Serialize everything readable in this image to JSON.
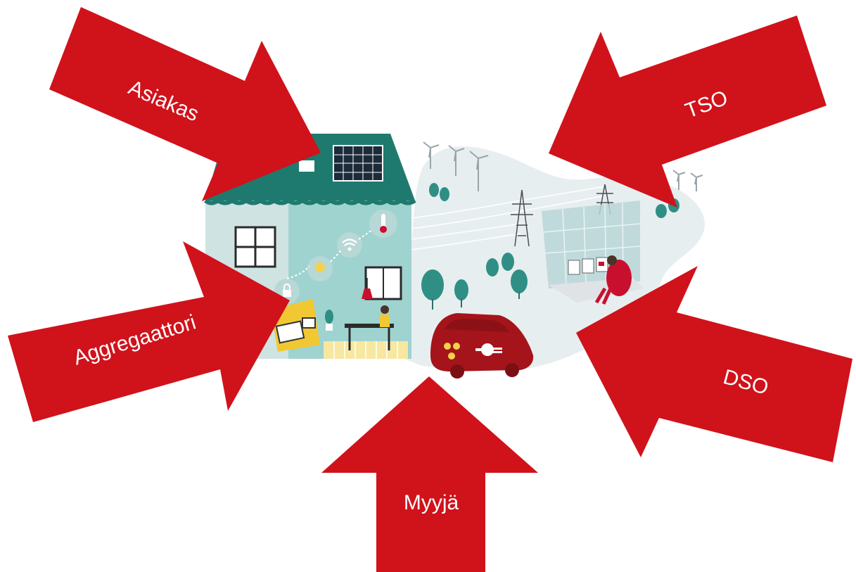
{
  "colors": {
    "arrow": "#d0121b",
    "label": "#ffffff",
    "house_roof": "#1e7a6e",
    "house_wall": "#cfe3e3",
    "house_wall_right": "#9fd3cf",
    "ground": "#e7eef0",
    "tree": "#2f8f85",
    "car": "#a5141a",
    "chair": "#c8102e"
  },
  "arrows": [
    {
      "id": "asiakas",
      "label": "Asiakas",
      "direction": "down-right"
    },
    {
      "id": "tso",
      "label": "TSO",
      "direction": "down-left"
    },
    {
      "id": "aggregaattori",
      "label": "Aggregaattori",
      "direction": "up-right"
    },
    {
      "id": "dso",
      "label": "DSO",
      "direction": "up-left"
    },
    {
      "id": "myyja",
      "label": "Myyjä",
      "direction": "up"
    }
  ],
  "illustration": {
    "icons": [
      "house-illustration",
      "solar-panel-icon",
      "wifi-icon",
      "thermometer-icon",
      "lightbulb-icon",
      "wind-turbine-icon",
      "power-pylon-icon",
      "electric-car-icon",
      "plug-icon",
      "tree-icon",
      "office-worker-illustration"
    ]
  }
}
